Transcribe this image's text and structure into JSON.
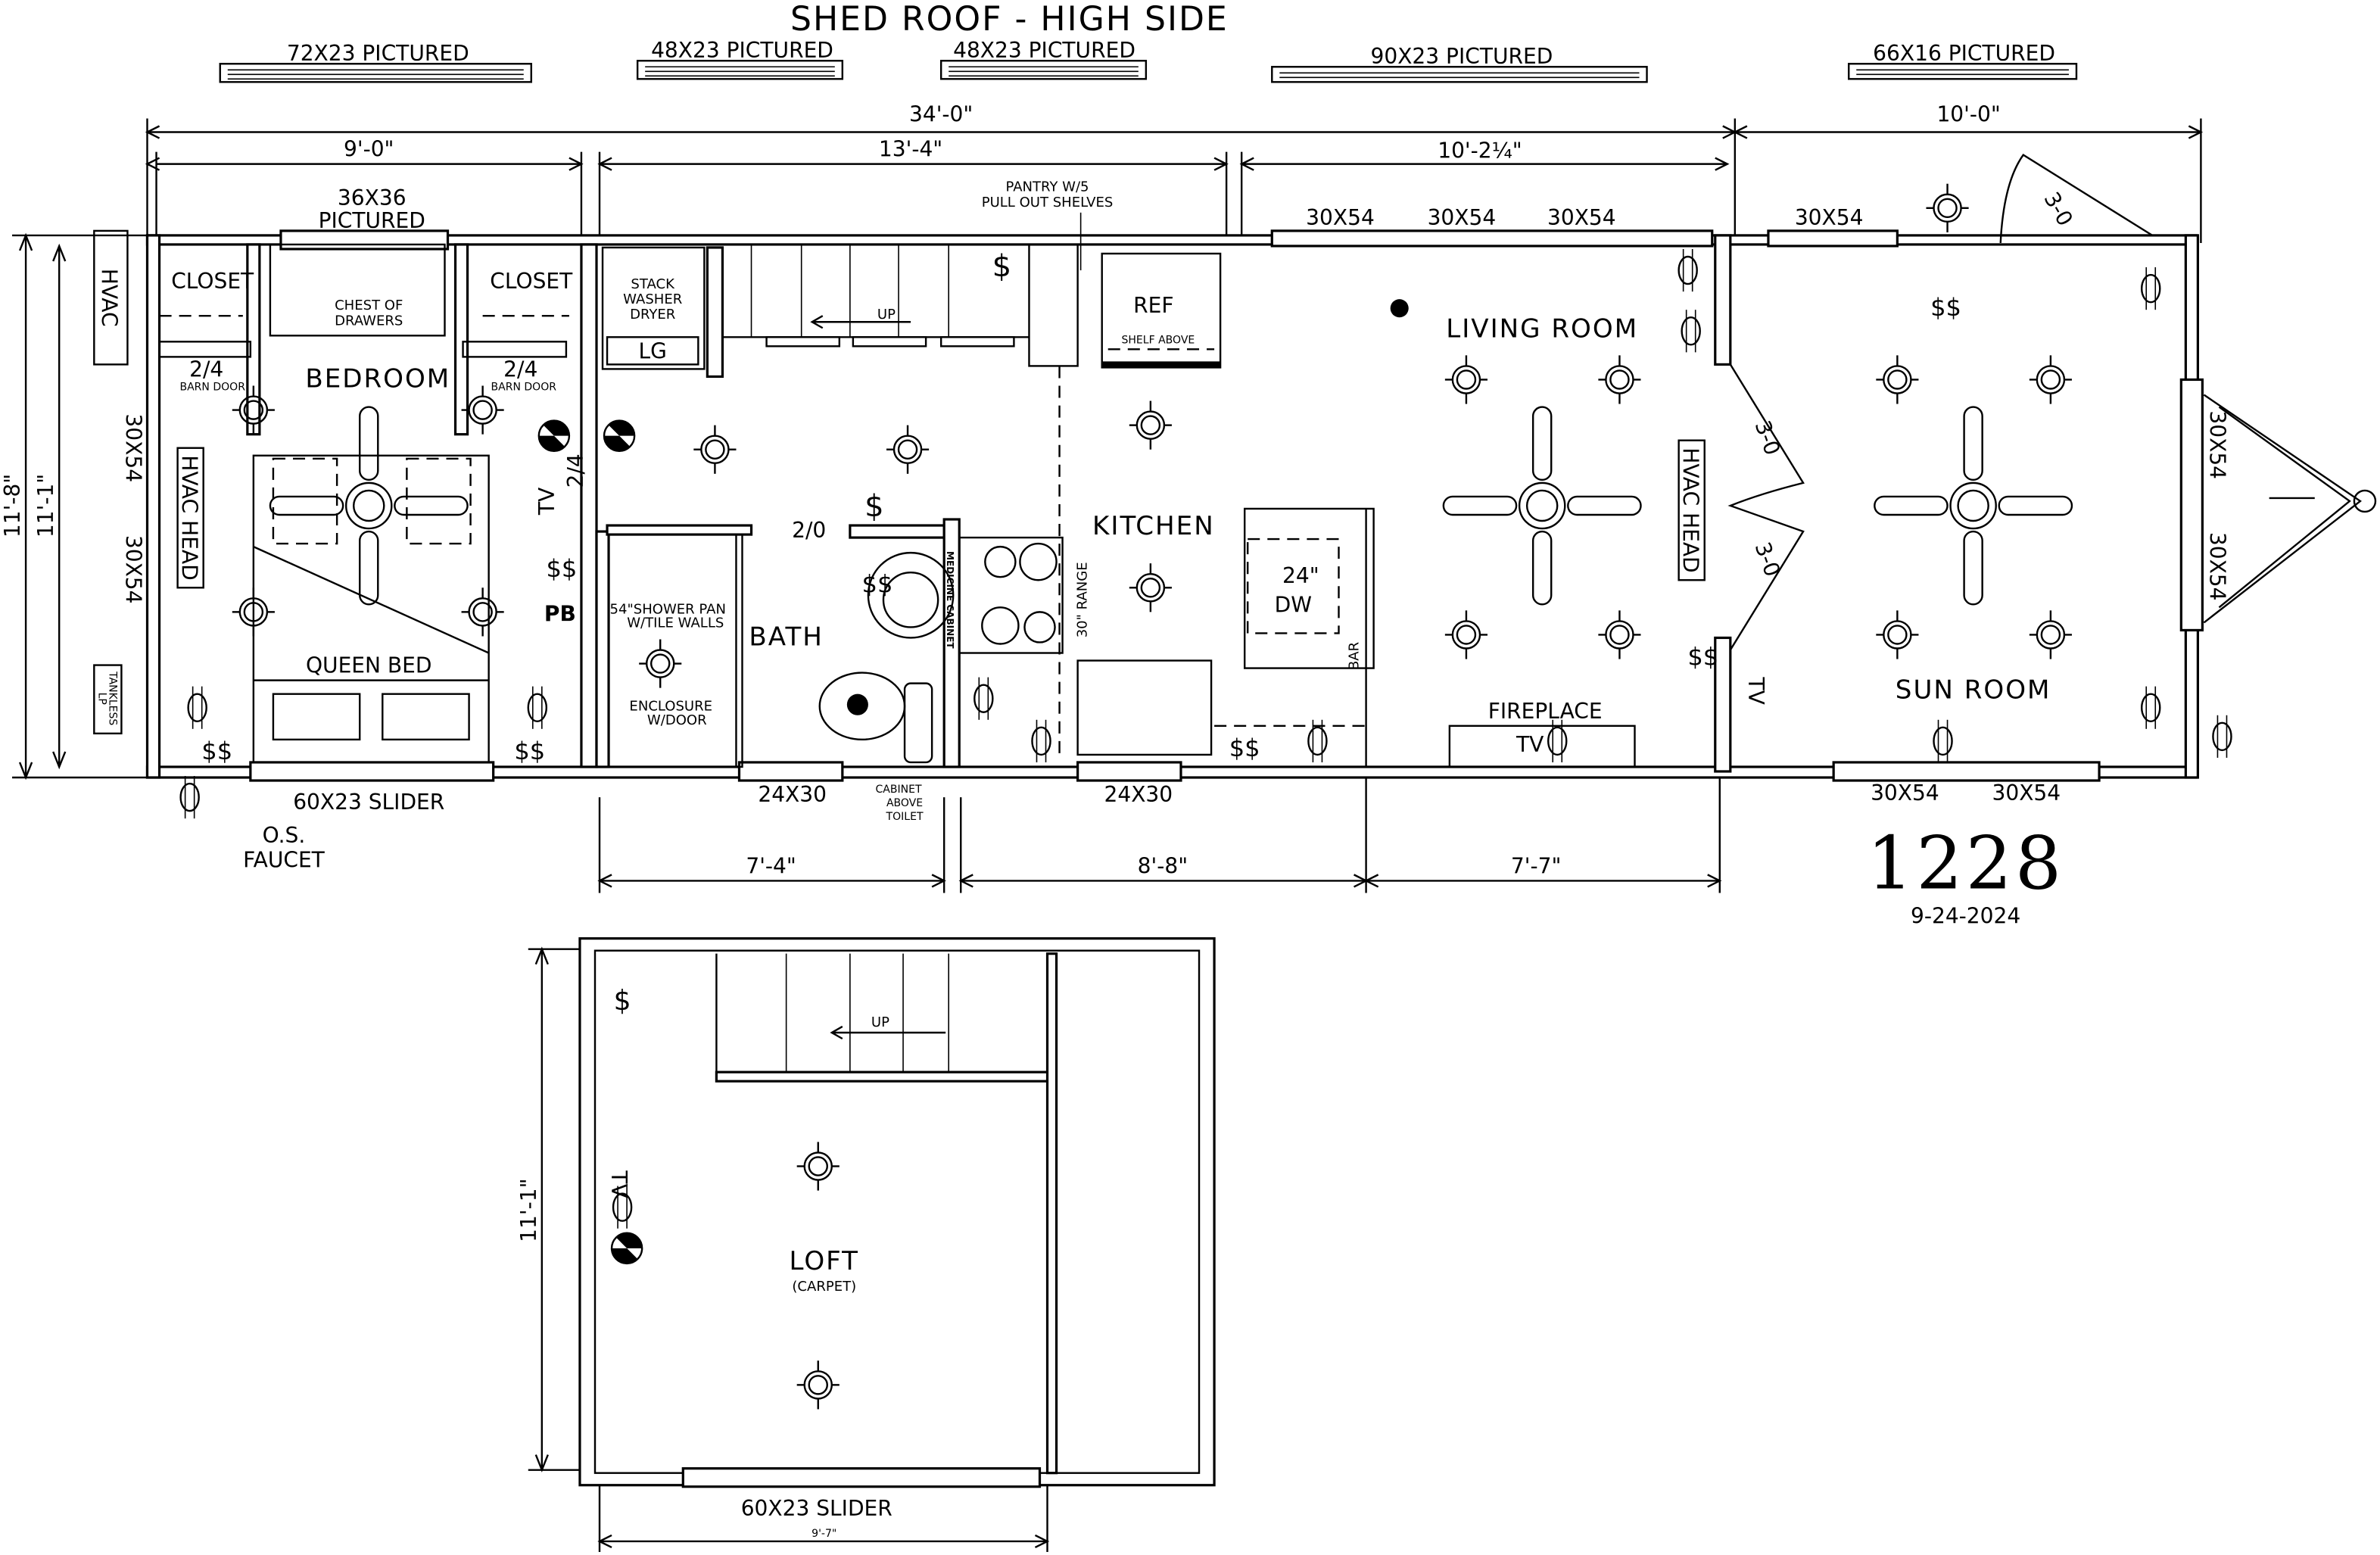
{
  "title": "SHED ROOF - HIGH SIDE",
  "elevation_windows": [
    "72X23 PICTURED",
    "48X23 PICTURED",
    "48X23 PICTURED",
    "90X23 PICTURED",
    "66X16 PICTURED"
  ],
  "dimensions": {
    "overall_length": "34'-0\"",
    "sunroom_length": "10'-0\"",
    "bedroom_width": "9'-0\"",
    "middle_width": "13'-4\"",
    "living_width": "10'-2¼\"",
    "overall_depth": "11'-8\"",
    "interior_depth": "11'-1\"",
    "bath_span": "7'-4\"",
    "kitchen_span": "8'-8\"",
    "living_span": "7'-7\"",
    "loft_depth": "11'-1\"",
    "loft_width": "9'-7\""
  },
  "rooms": {
    "bedroom": "BEDROOM",
    "bath": "BATH",
    "kitchen": "KITCHEN",
    "living": "LIVING ROOM",
    "sunroom": "SUN ROOM",
    "loft": "LOFT",
    "loft_note": "(CARPET)"
  },
  "labels": {
    "hvac": "HVAC",
    "hvac_head": "HVAC HEAD",
    "closet": "CLOSET",
    "chest": "CHEST OF",
    "chest2": "DRAWERS",
    "window_36": "36X36",
    "pictured": "PICTURED",
    "barn_door_size": "2/4",
    "barn_door": "BARN DOOR",
    "stack1": "STACK",
    "stack2": "WASHER",
    "stack3": "DRYER",
    "lg": "LG",
    "up": "UP",
    "pantry1": "PANTRY W/5",
    "pantry2": "PULL OUT SHELVES",
    "ref": "REF",
    "shelf_above": "SHELF ABOVE",
    "win_30x54": "30X54",
    "queen_bed": "QUEEN BED",
    "pb": "PB",
    "tv": "TV",
    "door_24": "2/4",
    "door_20": "2/0",
    "door_30": "3-0",
    "shower1": "54\"SHOWER PAN",
    "shower2": "W/TILE WALLS",
    "enclosure1": "ENCLOSURE",
    "enclosure2": "W/DOOR",
    "cabinet_vertical": "MEDICINE CABINET",
    "range": "30\" RANGE",
    "dw1": "24\"",
    "dw2": "DW",
    "bar": "BAR",
    "fireplace": "FIREPLACE",
    "lp1": "LP",
    "lp2": "TANKLESS",
    "slider": "60X23 SLIDER",
    "faucet1": "O.S.",
    "faucet2": "FAUCET",
    "win_24x30": "24X30",
    "cab1": "CABINET",
    "cab2": "ABOVE",
    "cab3": "TOILET",
    "switch": "$",
    "switch3": "$$"
  },
  "plan_number": "1228",
  "plan_date": "9-24-2024"
}
